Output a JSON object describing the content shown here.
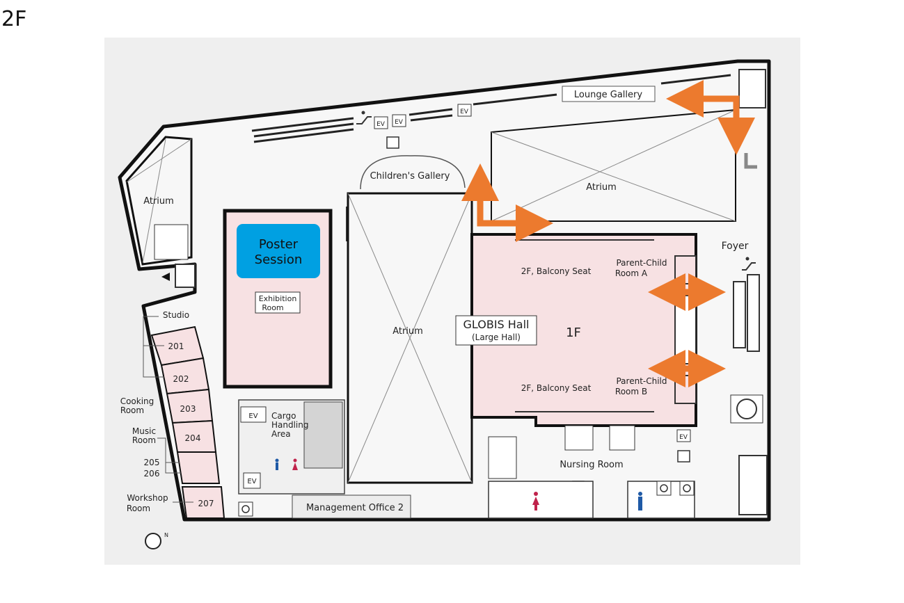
{
  "floor": "2F",
  "labels": {
    "lounge_gallery": "Lounge Gallery",
    "childrens_gallery": "Children's Gallery",
    "atrium": "Atrium",
    "foyer": "Foyer",
    "poster_session_line1": "Poster",
    "poster_session_line2": "Session",
    "exhibition_room_line1": "Exhibition",
    "exhibition_room_line2": "Room",
    "globis_hall": "GLOBIS Hall",
    "large_hall": "(Large Hall)",
    "hall_floor": "1F",
    "balcony_seat": "2F, Balcony Seat",
    "parent_child": "Parent-Child",
    "room_a": "Room A",
    "room_b": "Room B",
    "studio": "Studio",
    "cooking_line1": "Cooking",
    "cooking_line2": "Room",
    "music_line1": "Music",
    "music_line2": "Room",
    "workshop_line1": "Workshop",
    "workshop_line2": "Room",
    "cargo_line1": "Cargo",
    "cargo_line2": "Handling",
    "cargo_line3": "Area",
    "management_office": "Management Office 2",
    "nursing_room": "Nursing Room",
    "ev": "EV"
  },
  "rooms": [
    "201",
    "202",
    "203",
    "204",
    "205",
    "206",
    "207"
  ],
  "colors": {
    "poster_highlight": "#00a0e2",
    "room_fill": "#f7e1e3",
    "arrow": "#ec7a2e",
    "background": "#efefef",
    "wall": "#111111"
  },
  "icons": [
    "elevator-icon",
    "escalator-icon",
    "restroom-female-icon",
    "restroom-male-icon",
    "accessible-restroom-icon",
    "compass-icon",
    "direction-arrow-icon"
  ]
}
